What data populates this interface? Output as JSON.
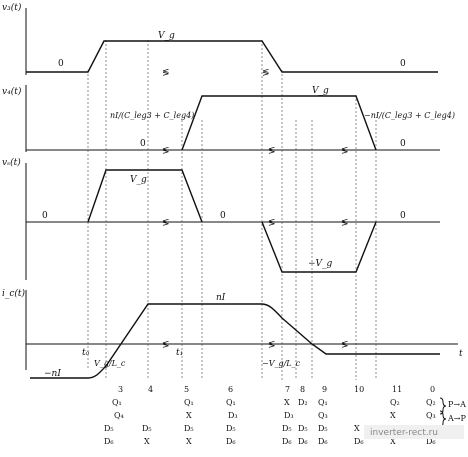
{
  "axes": {
    "v3": "v₃(t)",
    "v4": "v₄(t)",
    "vs": "vₛ(t)",
    "ic": "i_c(t)",
    "t": "t"
  },
  "levels": {
    "zero": "0",
    "vg": "V_g",
    "neg_vg": "−V_g",
    "ni": "nI",
    "neg_ni": "−nI",
    "cap_up": "nI/(C_leg3 + C_leg4)",
    "cap_down": "−nI/(C_leg3 + C_leg4)",
    "slope_up": "V_g/L_c",
    "slope_down": "−V_g/L_c"
  },
  "time_marks": [
    "t₀",
    "t₁"
  ],
  "intervals": [
    "3",
    "4",
    "5",
    "6",
    "7",
    "8",
    "9",
    "10",
    "11",
    "0"
  ],
  "conduction_table": {
    "rows": [
      [
        "Q₁",
        "",
        "Q₁",
        "Q₁",
        "X",
        "D₂",
        "Q₁",
        "",
        "Q₂",
        "Q₂"
      ],
      [
        "Q₄",
        "",
        "X",
        "D₃",
        "D₃",
        "",
        "Q₃",
        "",
        "X",
        "Q₃"
      ],
      [
        "D₅",
        "D₅",
        "D₅",
        "D₅",
        "D₅",
        "D₅",
        "D₅",
        "X",
        "X",
        "D₅"
      ],
      [
        "D₆",
        "X",
        "X",
        "D₆",
        "D₆",
        "D₆",
        "D₆",
        "D₆",
        "X",
        "D₆"
      ]
    ],
    "brace_labels": [
      "P→A",
      "A→P"
    ]
  },
  "watermark": "inverter-rect.ru"
}
